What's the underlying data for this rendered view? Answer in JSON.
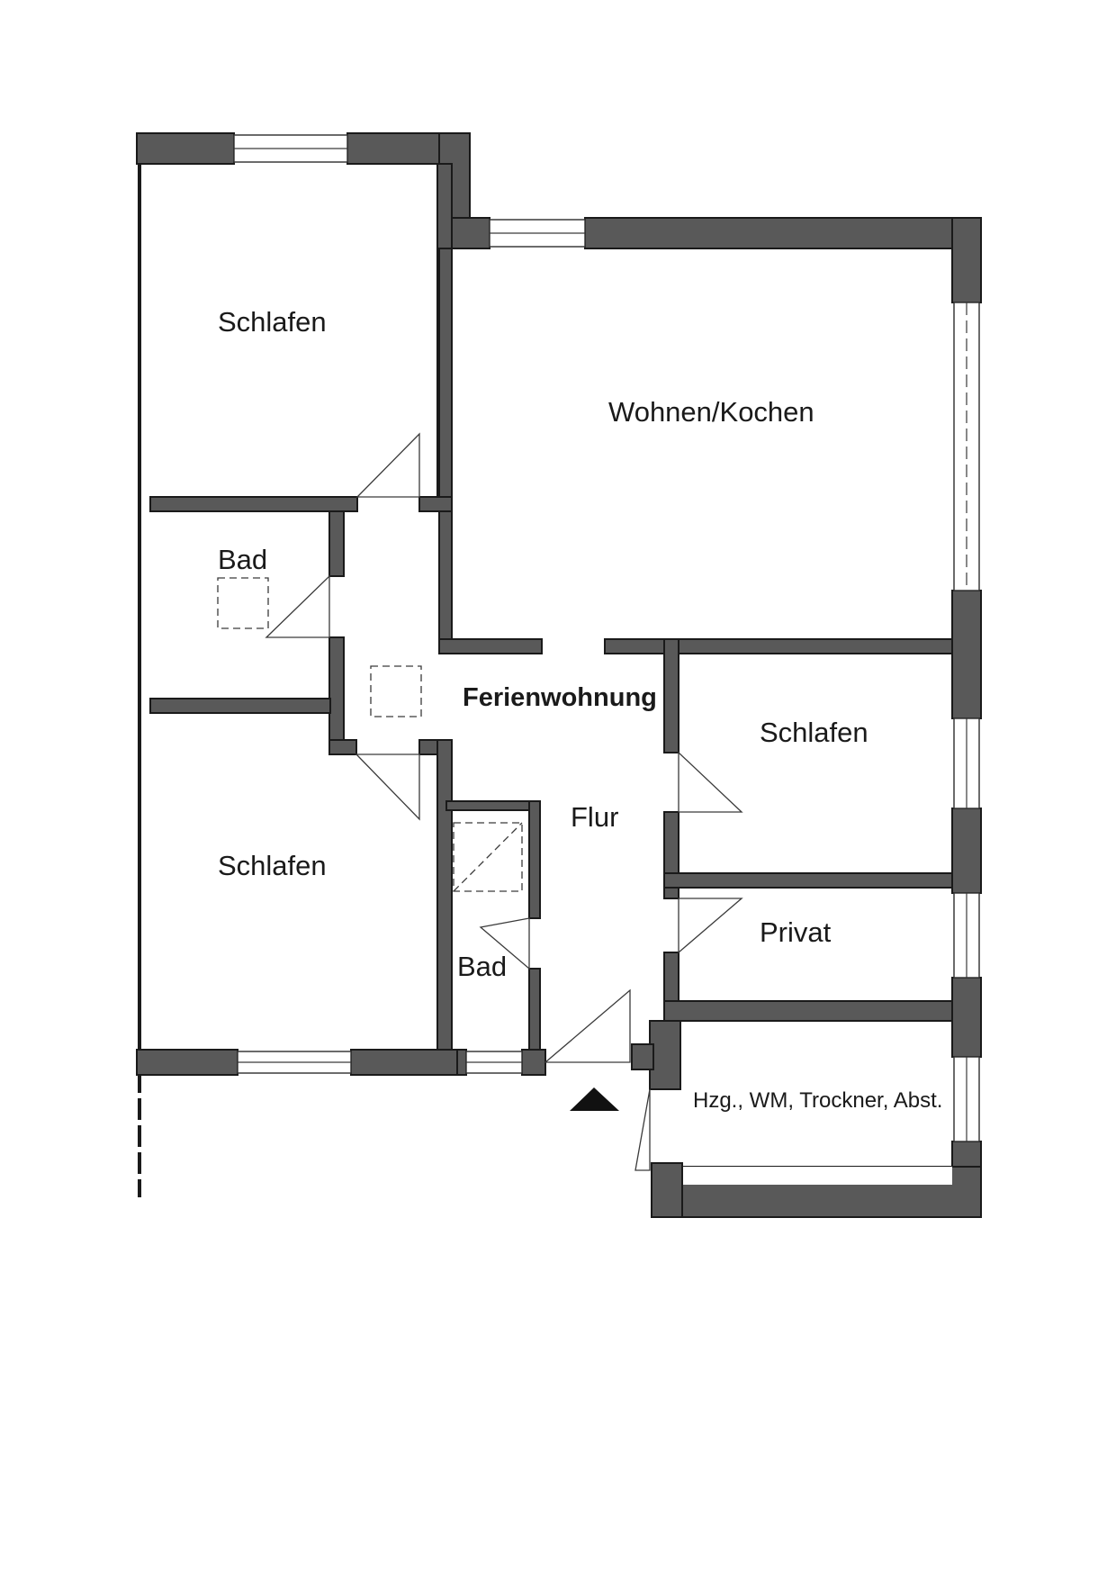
{
  "plan": {
    "title": "Ferienwohnung",
    "rooms": {
      "schlafen_top_left": "Schlafen",
      "wohnen_kochen": "Wohnen/Kochen",
      "bad_left": "Bad",
      "schlafen_right": "Schlafen",
      "flur": "Flur",
      "schlafen_bottom_left": "Schlafen",
      "bad_small": "Bad",
      "privat": "Privat",
      "utility": "Hzg., WM, Trockner, Abst."
    }
  }
}
